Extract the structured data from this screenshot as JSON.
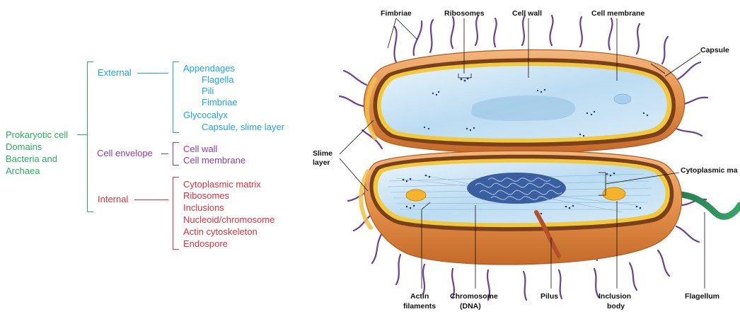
{
  "tree": {
    "root": [
      "Prokaryotic cell",
      "Domains",
      "Bacteria and",
      "Archaea"
    ],
    "external": {
      "label": "External",
      "items": [
        "Appendages",
        "Flagella",
        "Pili",
        "Fimbriae",
        "Glycocalyx",
        "Capsule, slime layer"
      ]
    },
    "envelope": {
      "label": "Cell envelope",
      "items": [
        "Cell wall",
        "Cell membrane"
      ]
    },
    "internal": {
      "label": "Internal",
      "items": [
        "Cytoplasmic matrix",
        "Ribosomes",
        "Inclusions",
        "Nucleoid/chromosome",
        "Actin cytoskeleton",
        "Endospore"
      ]
    }
  },
  "labels": {
    "fimbriae": "Fimbriae",
    "ribosomes": "Ribosomes",
    "cell_wall": "Cell wall",
    "cell_membrane": "Cell membrane",
    "capsule": "Capsule",
    "slime_layer": [
      "Slime",
      "layer"
    ],
    "cytoplasmic_matrix": "Cytoplasmic ma",
    "actin_filaments": [
      "Actin",
      "filaments"
    ],
    "chromosome": [
      "Chromosome",
      "(DNA)"
    ],
    "pilus": "Pilus",
    "inclusion_body": [
      "Inclusion",
      "body"
    ],
    "flagellum": "Flagellum"
  },
  "colors": {
    "external": "#1aa5e0",
    "envelope": "#8e3c9e",
    "internal": "#e0303a",
    "root": "#27ae60",
    "capsule": "#e8944e",
    "cytoplasm": "#cfe6f6",
    "appendage": "#6a3f94",
    "flagellum": "#2e8b57"
  }
}
